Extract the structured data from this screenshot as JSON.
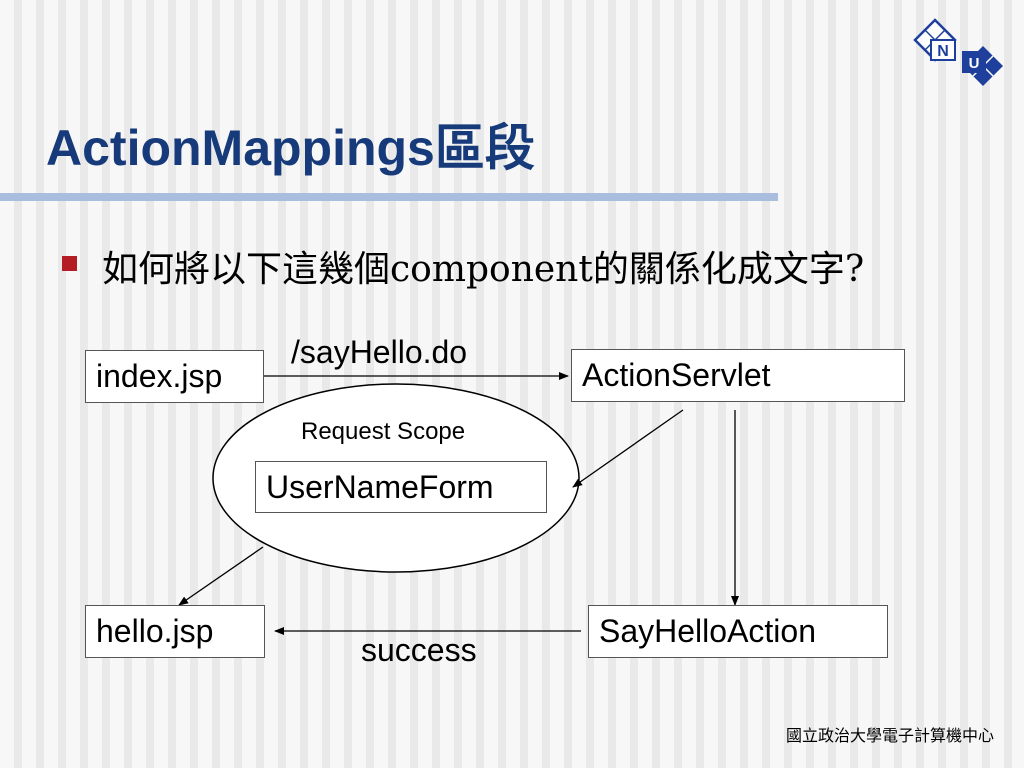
{
  "slide": {
    "title": "ActionMappings區段",
    "bullet": "如何將以下這幾個component的關係化成文字?",
    "footer": "國立政治大學電子計算機中心",
    "logo_letters": [
      "N",
      "U"
    ]
  },
  "diagram": {
    "nodes": {
      "index": "index.jsp",
      "servlet": "ActionServlet",
      "form": "UserNameForm",
      "hello": "hello.jsp",
      "action": "SayHelloAction"
    },
    "scope_label": "Request Scope",
    "edges": {
      "request": "/sayHello.do",
      "success": "success"
    }
  },
  "colors": {
    "title": "#163a7a",
    "bullet": "#b51d24",
    "rule": "#a9bedf",
    "logo": "#1f3f9c"
  }
}
